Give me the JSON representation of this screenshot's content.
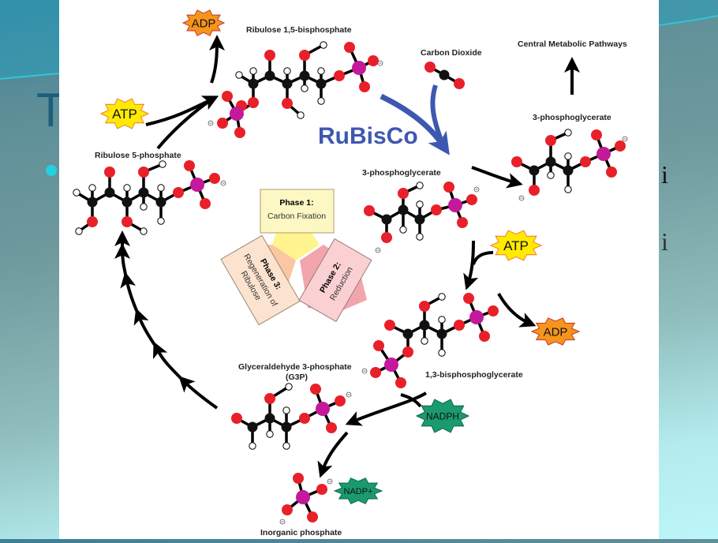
{
  "slide": {
    "title_fragment": "T",
    "right_text_1": "i",
    "right_text_2": "i"
  },
  "diagram": {
    "labels": {
      "ribulose_15_bisphosphate": "Ribulose 1,5-bisphosphate",
      "carbon_dioxide": "Carbon Dioxide",
      "central_metabolic_pathways": "Central Metabolic Pathways",
      "pga_right": "3-phosphoglycerate",
      "pga_center": "3-phosphoglycerate",
      "rubisco": "RuBisCo",
      "ribulose_5_phosphate": "Ribulose 5-phosphate",
      "bisphosphoglycerate": "1,3-bisphosphoglycerate",
      "g3p_line1": "Glyceraldehyde 3-phosphate",
      "g3p_line2": "(G3P)",
      "inorganic_phosphate": "Inorganic phosphate"
    },
    "badges": {
      "adp_top": "ADP",
      "atp_left": "ATP",
      "atp_right": "ATP",
      "adp_right": "ADP",
      "nadph": "NADPH",
      "nadp_plus": "NADP+"
    },
    "phases": {
      "phase1_title": "Phase 1:",
      "phase1_name": "Carbon Fixation",
      "phase2_title": "Phase 2:",
      "phase2_name": "Reduction",
      "phase3_title": "Phase 3:",
      "phase3_name_1": "Regeneration of",
      "phase3_name_2": "Ribulose"
    },
    "colors": {
      "oxygen": "#e8202a",
      "carbon": "#111111",
      "phosphorus": "#c4199a",
      "hydrogen": "#ffffff",
      "rubisco": "#3d58b0",
      "atp": "#ffea00",
      "adp": "#f7941d",
      "nadph": "#1a9a6e"
    }
  }
}
